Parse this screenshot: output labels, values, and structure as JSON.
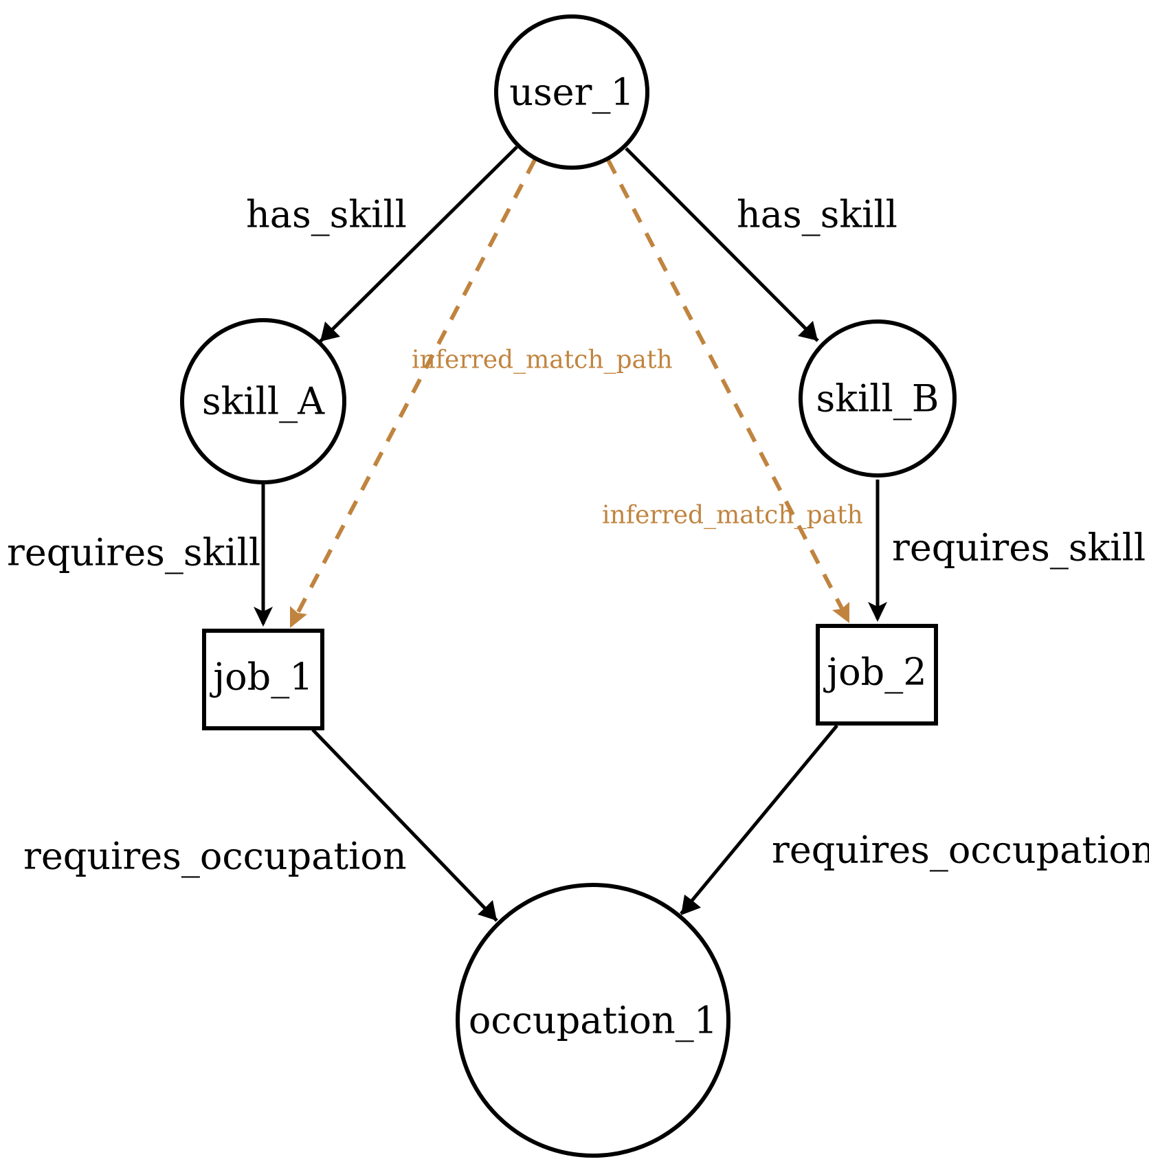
{
  "colors": {
    "edge": "#000000",
    "inferred": "#c0843f"
  },
  "nodes": {
    "user_1": "user_1",
    "skill_A": "skill_A",
    "skill_B": "skill_B",
    "job_1": "job_1",
    "job_2": "job_2",
    "occupation_1": "occupation_1"
  },
  "edges": {
    "has_skill_left": "has_skill",
    "has_skill_right": "has_skill",
    "requires_skill_left": "requires_skill",
    "requires_skill_right": "requires_skill",
    "requires_occupation_left": "requires_occupation",
    "requires_occupation_right": "requires_occupation",
    "inferred_left": "inferred_match_path",
    "inferred_right": "inferred_match_path"
  }
}
